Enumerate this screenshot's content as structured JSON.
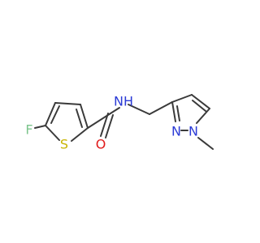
{
  "molecule": {
    "atoms": {
      "F": {
        "label": "F",
        "color": "#7dc58d"
      },
      "S": {
        "label": "S",
        "color": "#c8b400"
      },
      "O": {
        "label": "O",
        "color": "#e11a1a"
      },
      "NH": {
        "label": "NH",
        "color": "#2b3bd6"
      },
      "N1": {
        "label": "N",
        "color": "#2b3bd6"
      },
      "N2": {
        "label": "N",
        "color": "#2b3bd6"
      }
    },
    "bond_color": "#3a3a3a"
  }
}
